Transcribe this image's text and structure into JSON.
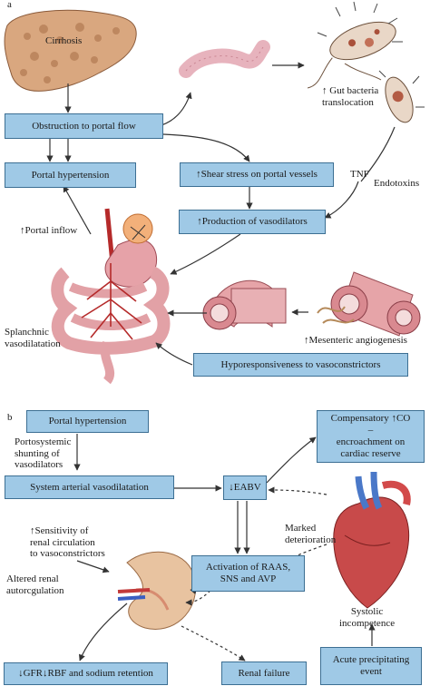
{
  "panel_a": {
    "letter": "a",
    "labels": {
      "cirrhosis": "Cirrhosis",
      "gut_bacteria": "↑ Gut bacteria\ntranslocation",
      "tnf": "TNF",
      "endotoxins": "Endotoxins",
      "portal_inflow": "↑Portal inflow",
      "splanchnic": "Splanchnic\nvasodilatation",
      "mesenteric": "↑Mesenteric angiogenesis"
    },
    "boxes": {
      "obstruction": "Obstruction to portal flow",
      "portal_hypertension": "Portal hypertension",
      "shear_stress": "↑Shear stress on portal vessels",
      "vasodilators": "↑Production of vasodilators",
      "hyporesponsiveness": "Hyporesponsiveness to vasoconstrictors"
    }
  },
  "panel_b": {
    "letter": "b",
    "labels": {
      "portosystemic": "Portosystemic\nshunting of\nvasodilators",
      "sensitivity": "↑Sensitivity of\nrenal circulation\nto vasoconstrictors",
      "altered_renal": "Altered renal\nautorcgulation",
      "marked": "Marked\ndeterioration",
      "systolic": "Systolic\nincompetence"
    },
    "boxes": {
      "portal_hypertension": "Portal hypertension",
      "compensatory": "Compensatory ↑CO\n–\nencroachment on\ncardiac reserve",
      "system_arterial": "System arterial vasodilatation",
      "eabv": "↓EABV",
      "raas": "Activation of RAAS,\nSNS and AVP",
      "gfr": "↓GFR↓RBF and sodium retention",
      "renal_failure": "Renal failure",
      "acute": "Acute precipitating\nevent"
    }
  },
  "colors": {
    "box_fill": "#9fc9e6",
    "box_border": "#3c6f93",
    "arrow": "#333333"
  }
}
